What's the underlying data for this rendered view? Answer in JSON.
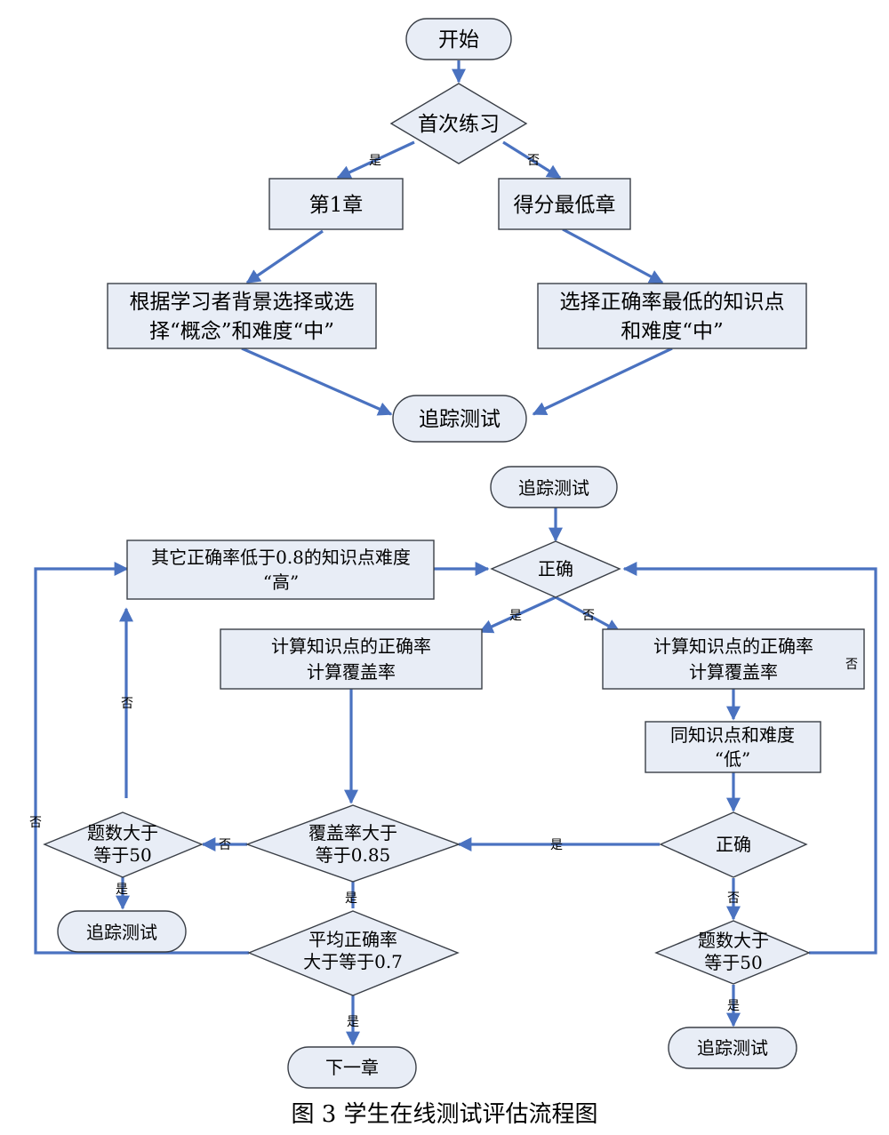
{
  "top": {
    "start": "开始",
    "first_practice": "首次练习",
    "chapter1": "第1章",
    "lowest_chapter": "得分最低章",
    "choose_by_background": [
      "根据学习者背景选择或选",
      "择“概念”和难度“中”"
    ],
    "choose_lowest_point": [
      "选择正确率最低的知识点",
      "和难度“中”"
    ],
    "track_test": "追踪测试",
    "yes": "是",
    "no": "否"
  },
  "bottom": {
    "track_test_top": "追踪测试",
    "correct_top": "正确",
    "other_points_high": [
      "其它正确率低于0.8的知识点难度",
      "“高”"
    ],
    "calc_left": [
      "计算知识点的正确率",
      "计算覆盖率"
    ],
    "calc_right": [
      "计算知识点的正确率",
      "计算覆盖率"
    ],
    "same_point_low": [
      "同知识点和难度",
      "“低”"
    ],
    "coverage_check": [
      "覆盖率大于",
      "等于0.85"
    ],
    "correct_mid": "正确",
    "count_left": [
      "题数大于",
      "等于50"
    ],
    "track_test_left": "追踪测试",
    "avg_accuracy": [
      "平均正确率",
      "大于等于0.7"
    ],
    "count_right": [
      "题数大于",
      "等于50"
    ],
    "track_test_right": "追踪测试",
    "next_chapter": "下一章",
    "yes": "是",
    "no": "否"
  },
  "caption": "图 3  学生在线测试评估流程图"
}
